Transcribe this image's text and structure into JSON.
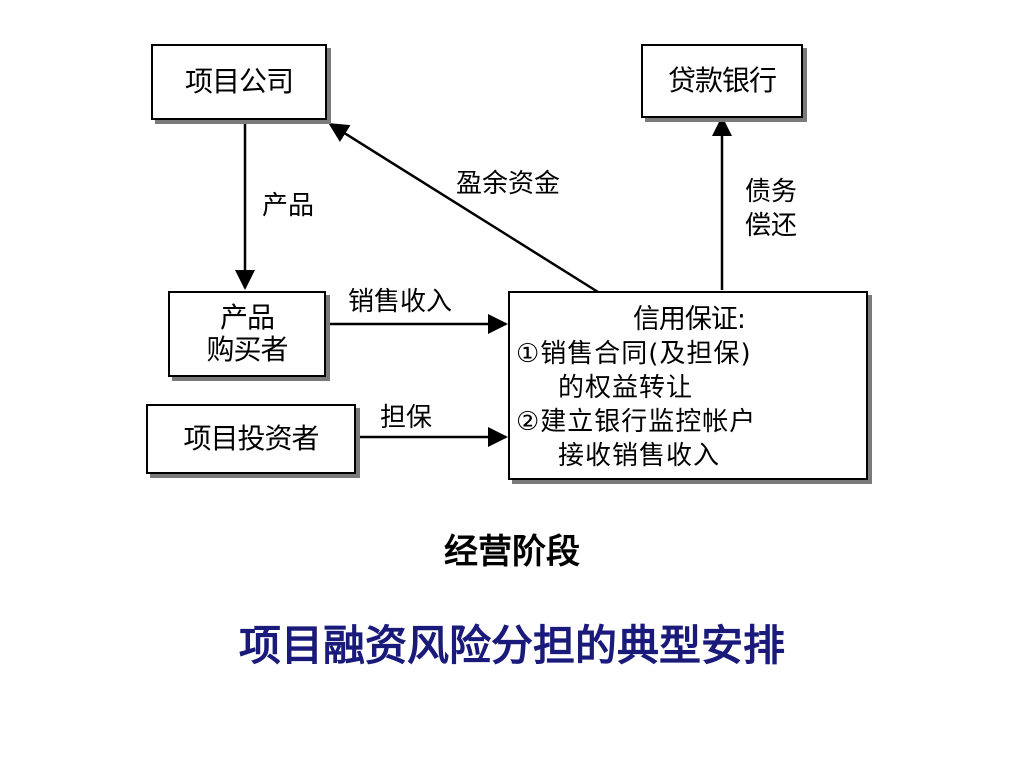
{
  "diagram": {
    "nodes": {
      "project_company": "项目公司",
      "lending_bank": "贷款银行",
      "product_buyer": [
        "产品",
        "购买者"
      ],
      "project_investor": "项目投资者",
      "credit_guarantee": {
        "title": "信用保证:",
        "items": [
          "①销售合同(及担保)",
          "的权益转让",
          "②建立银行监控帐户",
          "接收销售收入"
        ]
      }
    },
    "edges": {
      "product": "产品",
      "surplus_funds": "盈余资金",
      "debt_repayment": [
        "债务",
        "偿还"
      ],
      "sales_revenue": "销售收入",
      "guarantee": "担保"
    }
  },
  "stage_title": "经营阶段",
  "main_title": "项目融资风险分担的典型安排",
  "colors": {
    "line": "#000000",
    "shadow": "#7a7a7a",
    "main_title": "#1a1a7a"
  }
}
